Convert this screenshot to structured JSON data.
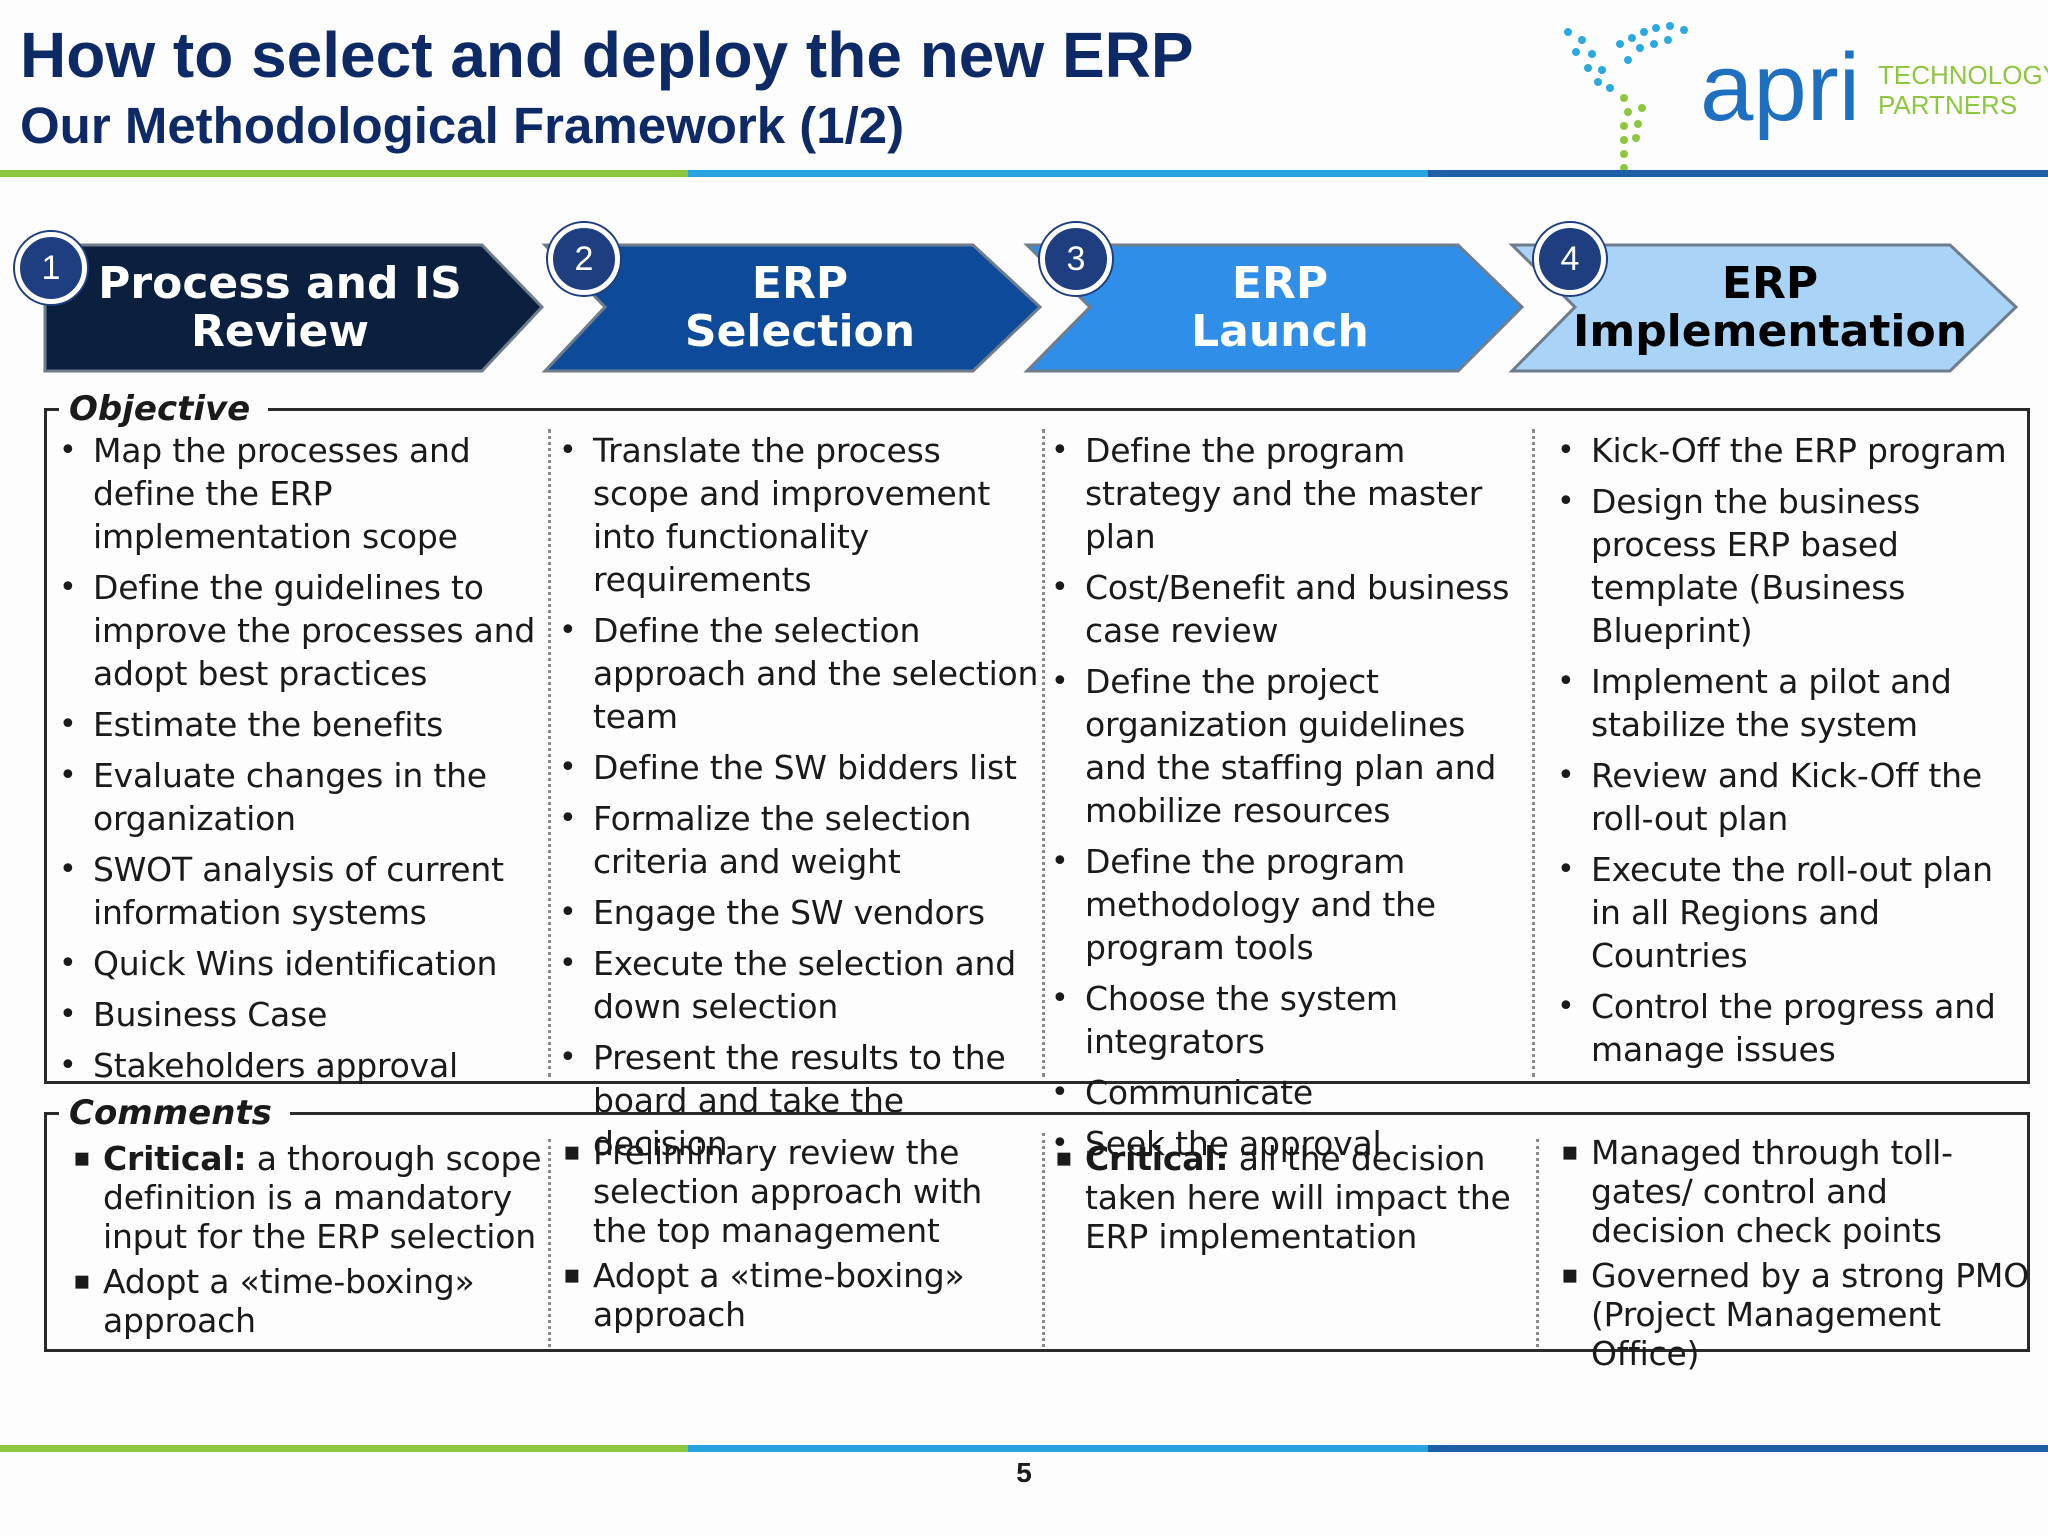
{
  "header": {
    "title": "How to select and deploy the new ERP",
    "subtitle": "Our Methodological Framework (1/2)"
  },
  "logo": {
    "name": "apri",
    "line1": "TECHNOLOGY",
    "line2": "PARTNERS"
  },
  "colors": {
    "green": "#8dc63f",
    "light_blue": "#29a3e0",
    "dark_blue": "#1f5fa8",
    "navy": "#0d2a66"
  },
  "phases": [
    {
      "number": "1",
      "line1": "Process and IS",
      "line2": "Review",
      "color": "#0b1f3f",
      "text_color": "#ffffff"
    },
    {
      "number": "2",
      "line1": "ERP",
      "line2": "Selection",
      "color": "#0d4b9a",
      "text_color": "#ffffff"
    },
    {
      "number": "3",
      "line1": "ERP",
      "line2": "Launch",
      "color": "#2f8ee8",
      "text_color": "#ffffff"
    },
    {
      "number": "4",
      "line1": "ERP",
      "line2": "Implementation",
      "color": "#a9d4f7",
      "text_color": "#000000"
    }
  ],
  "objective": {
    "title": "Objective",
    "columns": [
      [
        "Map the processes and define the ERP implementation scope",
        "Define the guidelines to improve the processes and adopt best practices",
        "Estimate the benefits",
        "Evaluate changes in the organization",
        "SWOT analysis of current information systems",
        "Quick Wins identification",
        "Business Case",
        "Stakeholders approval"
      ],
      [
        "Translate the process scope and improvement into functionality requirements",
        "Define the selection approach and the selection team",
        "Define the SW bidders list",
        "Formalize the selection criteria and weight",
        "Engage the SW vendors",
        "Execute the selection and down selection",
        "Present the results to the board and take the decision"
      ],
      [
        "Define the program strategy and the master plan",
        "Cost/Benefit and business case review",
        "Define the project organization guidelines and the staffing plan and mobilize resources",
        "Define the program methodology and the program tools",
        "Choose the system integrators",
        "Communicate",
        "Seek the approval"
      ],
      [
        "Kick-Off the ERP program",
        "Design the business process ERP based template (Business Blueprint)",
        "Implement a pilot and stabilize the system",
        "Review and Kick-Off the roll-out plan",
        "Execute the roll-out plan in all Regions and Countries",
        "Control the progress and manage issues"
      ]
    ]
  },
  "comments": {
    "title": "Comments",
    "columns": [
      [
        {
          "bold": "Critical:",
          "text": " a thorough scope definition is a mandatory input for the ERP selection"
        },
        {
          "bold": "",
          "text": "Adopt a «time-boxing» approach"
        }
      ],
      [
        {
          "bold": "",
          "text": "Preliminary review the selection approach with the top management"
        },
        {
          "bold": "",
          "text": "Adopt a «time-boxing» approach"
        }
      ],
      [
        {
          "bold": "Critical:",
          "text": " all the decision taken here will impact the ERP implementation"
        }
      ],
      [
        {
          "bold": "",
          "text": "Managed through toll-gates/ control and decision check points"
        },
        {
          "bold": "",
          "text": "Governed by a strong PMO (Project Management Office)"
        }
      ]
    ]
  },
  "footer": {
    "page": "5"
  }
}
